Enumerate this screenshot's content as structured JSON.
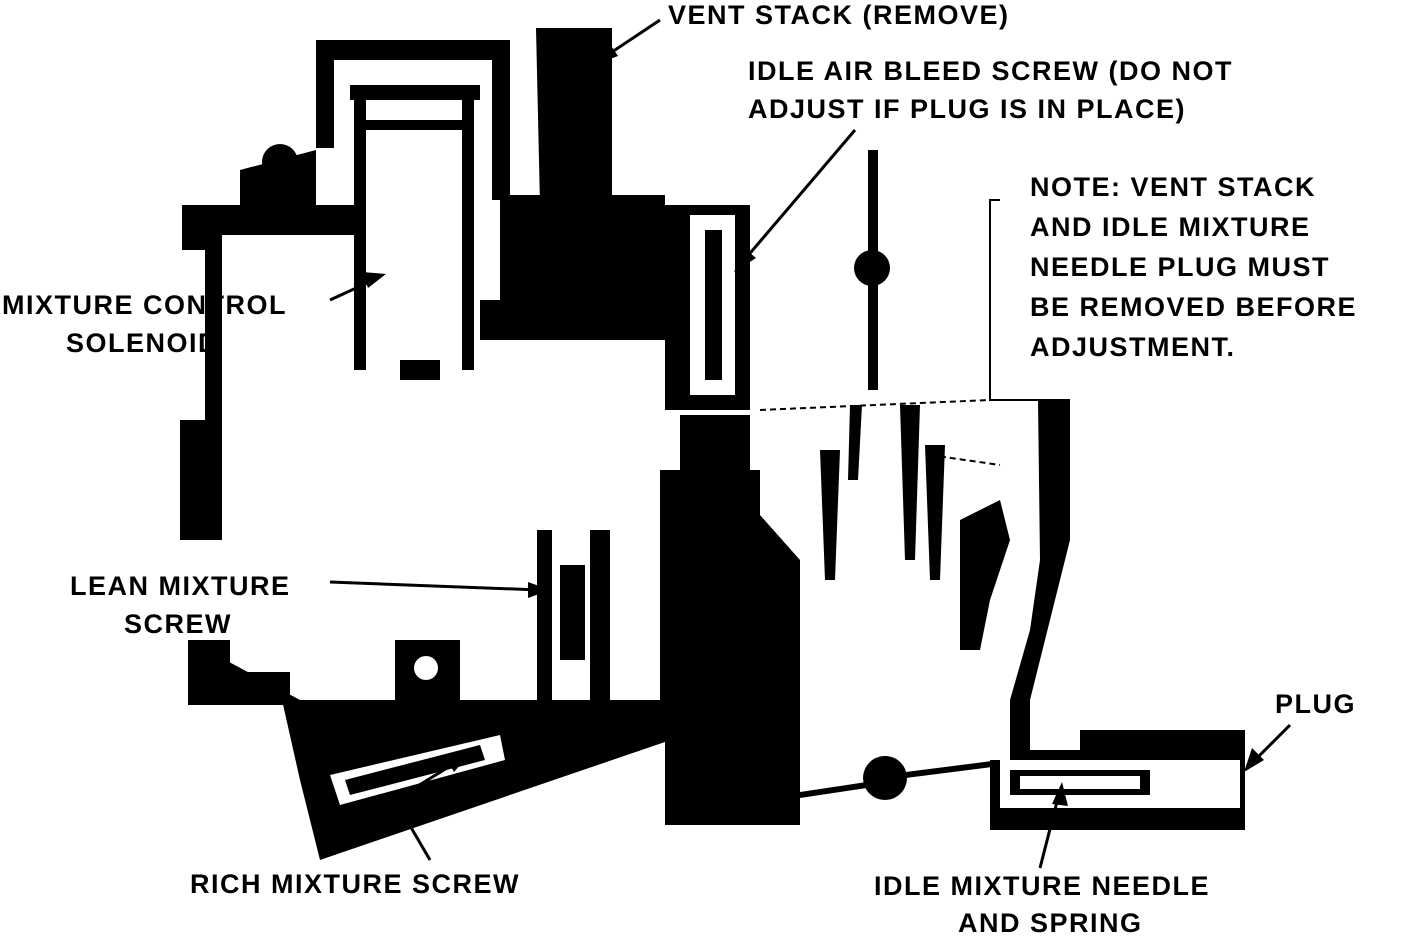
{
  "labels": {
    "vent_stack": "VENT STACK (REMOVE)",
    "idle_air_bleed_line1": "IDLE AIR BLEED SCREW (DO NOT",
    "idle_air_bleed_line2": "ADJUST IF PLUG IS IN PLACE)",
    "note_line1": "NOTE: VENT STACK",
    "note_line2": "AND IDLE MIXTURE",
    "note_line3": "NEEDLE PLUG MUST",
    "note_line4": "BE REMOVED BEFORE",
    "note_line5": "ADJUSTMENT.",
    "mixture_solenoid_line1": "MIXTURE CONTROL",
    "mixture_solenoid_line2": "SOLENOID",
    "lean_screw_line1": "LEAN MIXTURE",
    "lean_screw_line2": "SCREW",
    "plug": "PLUG",
    "rich_screw": "RICH MIXTURE SCREW",
    "idle_needle_line1": "IDLE MIXTURE NEEDLE",
    "idle_needle_line2": "AND SPRING"
  },
  "colors": {
    "ink": "#000000",
    "paper": "#ffffff"
  }
}
